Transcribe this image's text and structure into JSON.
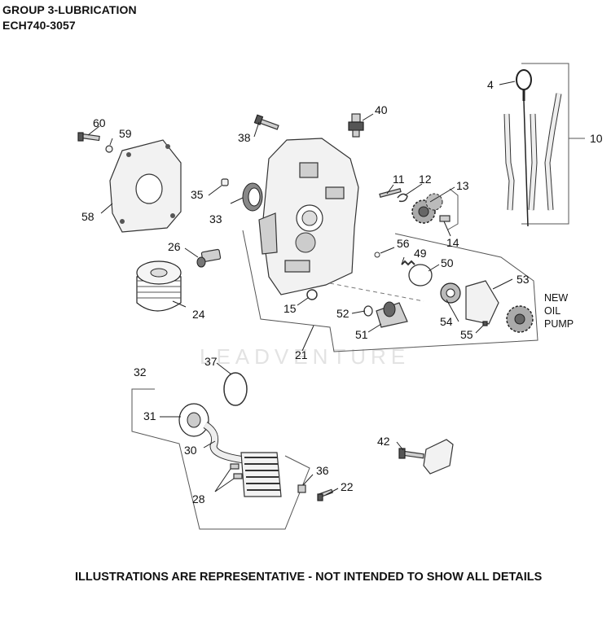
{
  "header": {
    "title": "GROUP 3-LUBRICATION",
    "subtitle": "ECH740-3057"
  },
  "watermark": "LEADVENTURE",
  "footer": {
    "disclaimer": "ILLUSTRATIONS ARE REPRESENTATIVE - NOT INTENDED TO SHOW ALL DETAILS"
  },
  "new_oil_pump_note": {
    "line1": "NEW",
    "line2": "OIL",
    "line3": "PUMP"
  },
  "callouts": {
    "c4": "4",
    "c10": "10",
    "c11": "11",
    "c12": "12",
    "c13": "13",
    "c14": "14",
    "c15": "15",
    "c21": "21",
    "c22": "22",
    "c24": "24",
    "c26": "26",
    "c28": "28",
    "c30": "30",
    "c31": "31",
    "c32": "32",
    "c33": "33",
    "c35": "35",
    "c36": "36",
    "c37": "37",
    "c38": "38",
    "c40": "40",
    "c42": "42",
    "c49": "49",
    "c50": "50",
    "c51": "51",
    "c52": "52",
    "c53": "53",
    "c54": "54",
    "c55": "55",
    "c56": "56",
    "c58": "58",
    "c59": "59",
    "c60": "60"
  }
}
